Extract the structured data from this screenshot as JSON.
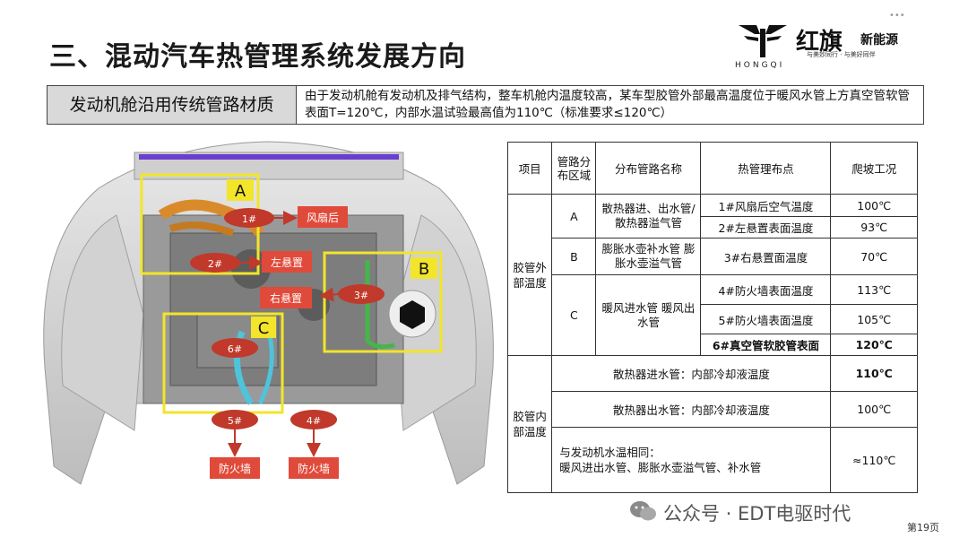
{
  "title": "三、混动汽车热管理系统发展方向",
  "logo": {
    "wordmark": "HONGQI",
    "brand_cn": "红旗",
    "brand_suffix": "新能源",
    "slogan": "与美妙同行 · 与美好同伴"
  },
  "banner": {
    "label": "发动机舱沿用传统管路材质",
    "text": "由于发动机舱有发动机及排气结构，整车机舱内温度较高，某车型胶管外部最高温度位于暖风水管上方真空管软管表面T=120℃，内部水温试验最高值为110℃（标准要求≤120℃）"
  },
  "diagram": {
    "zones": [
      "A",
      "B",
      "C"
    ],
    "points": [
      "1#",
      "2#",
      "3#",
      "4#",
      "5#",
      "6#"
    ],
    "callouts": {
      "fan": "风扇后",
      "left_mount": "左悬置",
      "right_mount": "右悬置",
      "firewall_5": "防火墙",
      "firewall_4": "防火墙"
    }
  },
  "table": {
    "headers": [
      "项目",
      "管路分布区域",
      "分布管路名称",
      "热管理布点",
      "爬坡工况"
    ],
    "group_outer": "胶管外部温度",
    "group_inner": "胶管内部温度",
    "zone_a": "A",
    "zone_b": "B",
    "zone_c": "C",
    "pipes_a": "散热器进、出水管/散热器溢气管",
    "pipes_b": "膨胀水壶补水管 膨胀水壶溢气管",
    "pipes_c": "暖风进水管 暖风出水管",
    "p1": "1#风扇后空气温度",
    "v1": "100℃",
    "p2": "2#左悬置表面温度",
    "v2": "93℃",
    "p3": "3#右悬置面温度",
    "v3": "70℃",
    "p4": "4#防火墙表面温度",
    "v4": "113℃",
    "p5": "5#防火墙表面温度",
    "v5": "105℃",
    "p6": "6#真空管软胶管表面",
    "v6": "120℃",
    "inner1": "散热器进水管：内部冷却液温度",
    "iv1": "110℃",
    "inner2": "散热器出水管：内部冷却液温度",
    "iv2": "100℃",
    "inner3": "与发动机水温相同：\n暖风进出水管、膨胀水壶溢气管、补水管",
    "iv3": "≈110℃"
  },
  "footer": {
    "watermark": "公众号 · EDT电驱时代",
    "page": "第19页"
  }
}
